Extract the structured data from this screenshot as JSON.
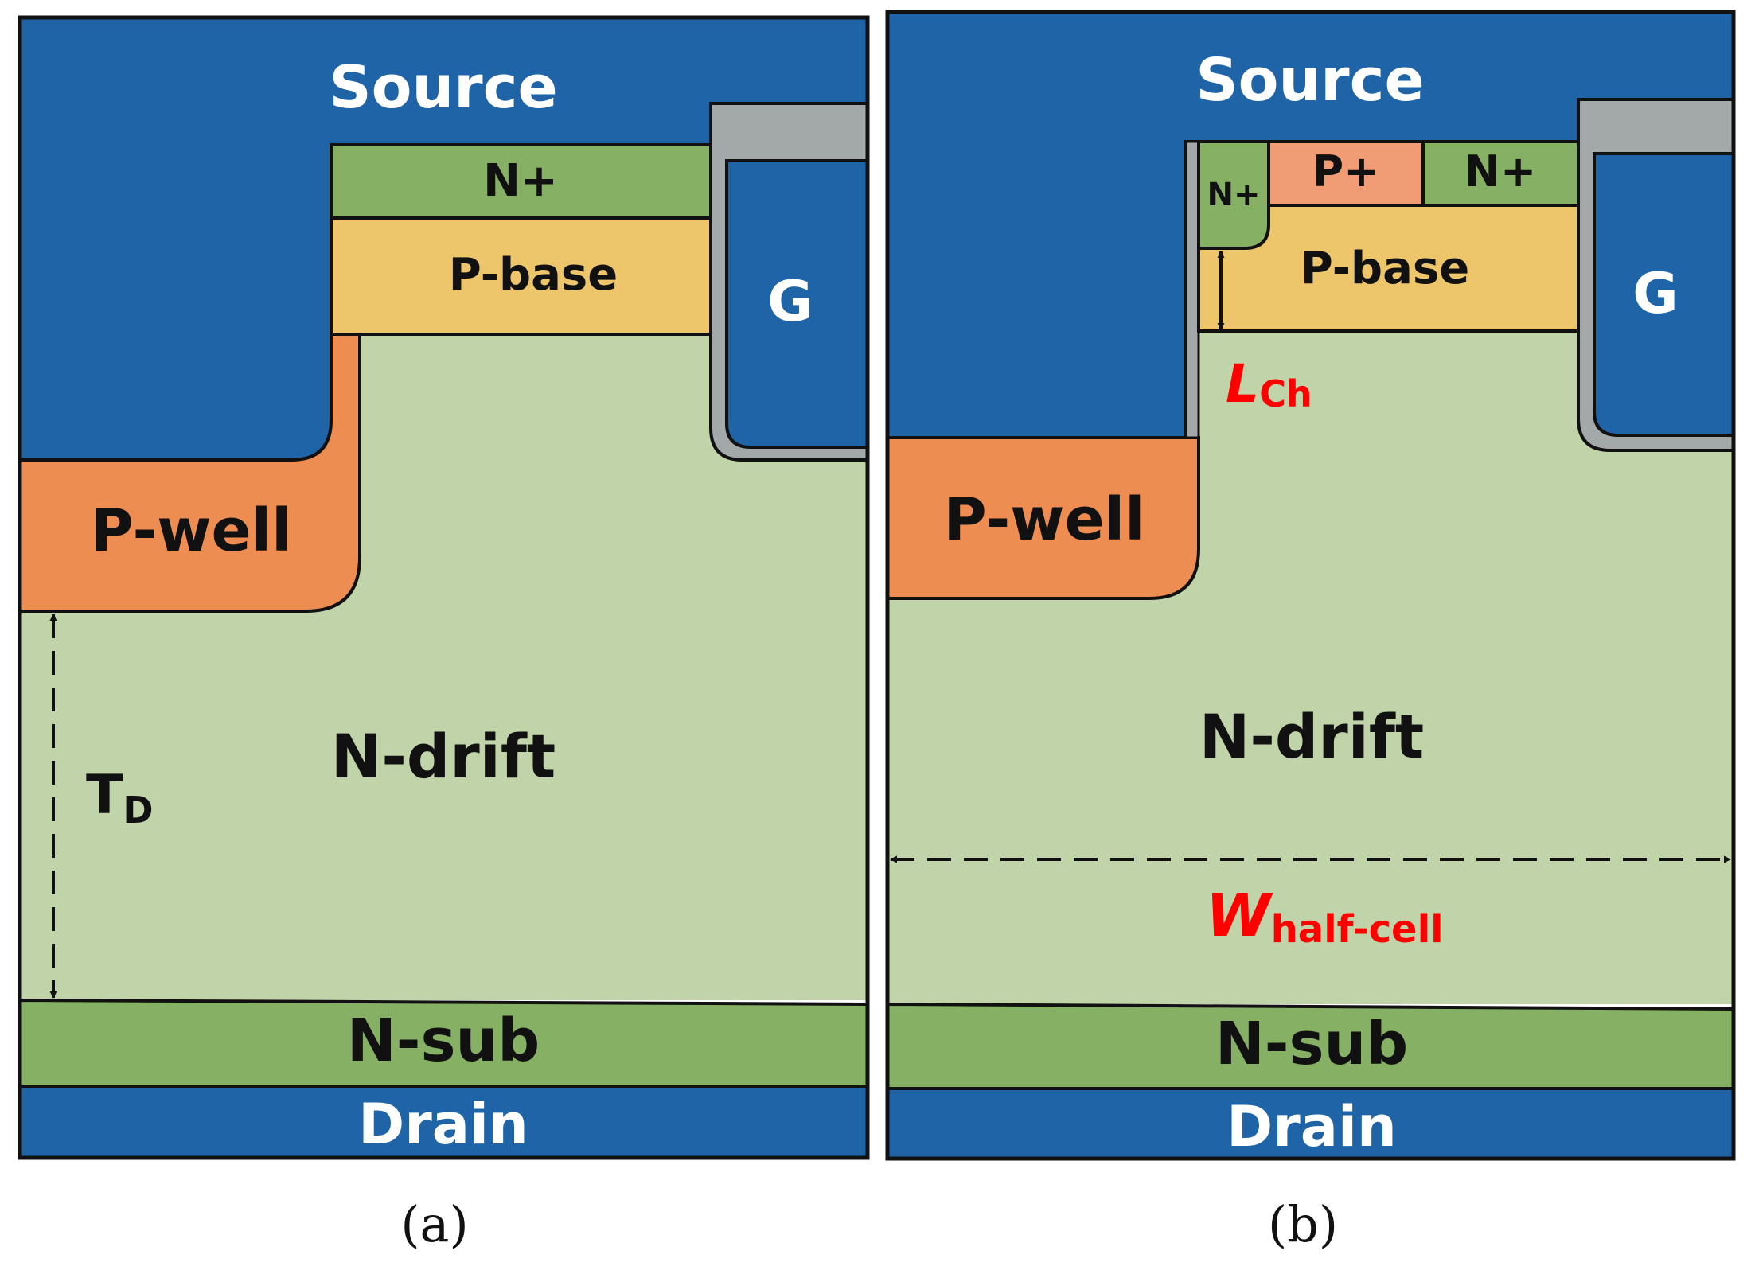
{
  "colors": {
    "metal": "#1f64a6",
    "n_drift": "#c0d3a9",
    "n_plus": "#86b063",
    "p_base": "#edc56a",
    "p_well": "#ee8d52",
    "p_plus": "#f09c75",
    "oxide": "#a3a9a8",
    "outline": "#111111",
    "annotation_red": "#ff0000"
  },
  "panel_a": {
    "source": "Source",
    "gate": "G",
    "n_plus": "N+",
    "p_base": "P-base",
    "p_well": "P-well",
    "n_drift": "N-drift",
    "n_sub": "N-sub",
    "drain": "Drain",
    "td_main": "T",
    "td_sub": "D",
    "caption": "(a)"
  },
  "panel_b": {
    "source": "Source",
    "gate": "G",
    "n_plus_side": "N+",
    "p_plus": "P+",
    "n_plus": "N+",
    "p_base": "P-base",
    "p_well": "P-well",
    "n_drift": "N-drift",
    "n_sub": "N-sub",
    "drain": "Drain",
    "lch_main": "L",
    "lch_sub": "Ch",
    "w_main": "W",
    "w_sub": "half-cell",
    "caption": "(b)"
  }
}
